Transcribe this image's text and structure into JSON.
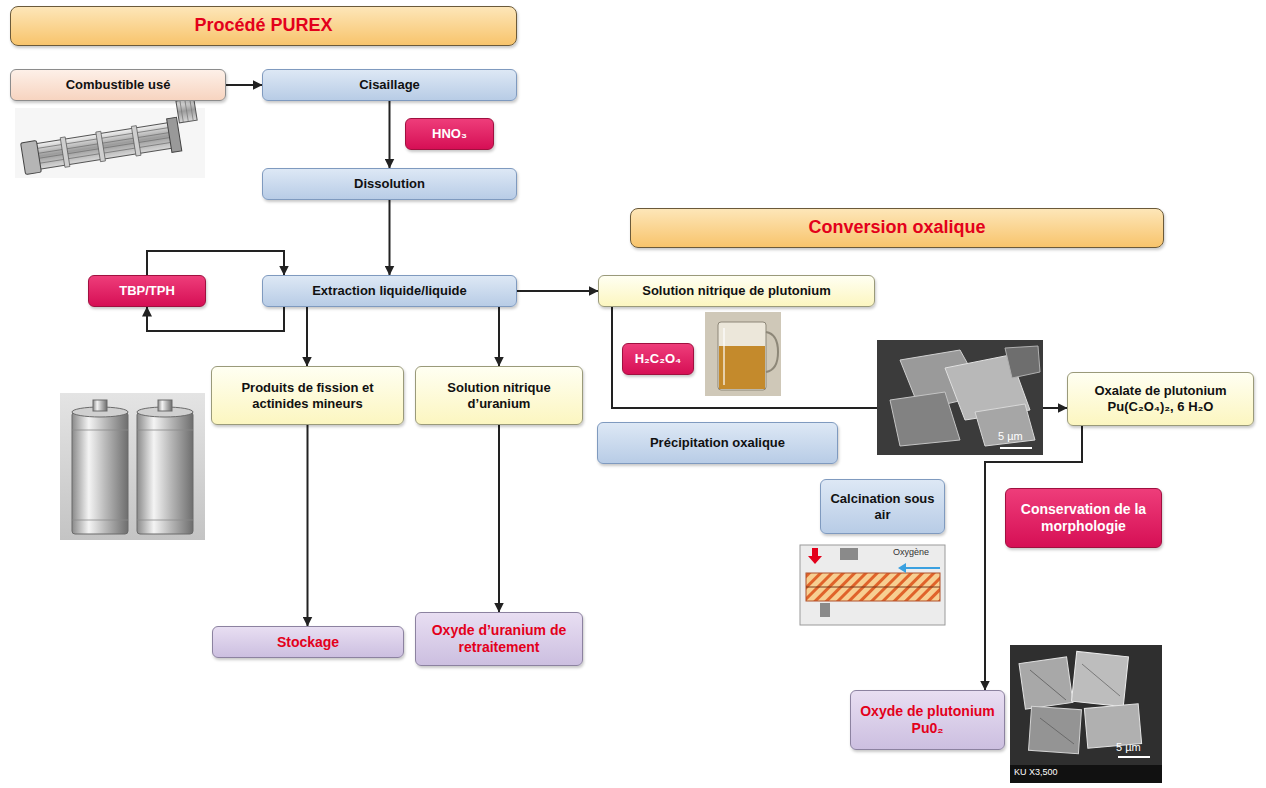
{
  "diagram": {
    "nodes": [
      {
        "text": [
          "Procédé PUREX"
        ]
      },
      {
        "text": [
          "Combustible usé"
        ]
      },
      {
        "text": [
          "Cisaillage"
        ]
      },
      {
        "text": [
          "HNO₃"
        ]
      },
      {
        "text": [
          "Dissolution"
        ]
      },
      {
        "text": [
          "Conversion oxalique"
        ]
      },
      {
        "text": [
          "TBP/TPH"
        ]
      },
      {
        "text": [
          "Extraction liquide/liquide"
        ]
      },
      {
        "text": [
          "Solution nitrique de plutonium"
        ]
      },
      {
        "text": [
          "H₂C₂O₄"
        ]
      },
      {
        "text": [
          "Produits de fission et actinides mineurs"
        ]
      },
      {
        "text": [
          "Solution nitrique d’uranium"
        ]
      },
      {
        "text": [
          "Oxalate de plutonium Pu(C₂O₄)₂, 6 H₂O"
        ]
      },
      {
        "text": [
          "Précipitation oxalique"
        ]
      },
      {
        "text": [
          "Calcination sous air"
        ]
      },
      {
        "text": [
          "Conservation de la morphologie"
        ]
      },
      {
        "text": [
          "Oxyde d’uranium de retraitement"
        ]
      },
      {
        "text": [
          "Stockage"
        ]
      },
      {
        "text": [
          "Oxyde de plutonium Pu0₂"
        ]
      }
    ],
    "edges": [
      {
        "from": 1,
        "to": 2,
        "arrow": "to"
      },
      {
        "from": 2,
        "to": 4,
        "arrow": "to"
      },
      {
        "from": 4,
        "to": 7,
        "arrow": "to"
      },
      {
        "from": 7,
        "to": 6,
        "arrow": "to"
      },
      {
        "from": 6,
        "to": 7,
        "arrow": "to"
      },
      {
        "from": 7,
        "to": 8,
        "arrow": "to"
      },
      {
        "from": 7,
        "to": 10,
        "arrow": "to"
      },
      {
        "from": 7,
        "to": 11,
        "arrow": "to"
      },
      {
        "from": 10,
        "to": 17,
        "arrow": "to"
      },
      {
        "from": 11,
        "to": 16,
        "arrow": "to"
      },
      {
        "from": 8,
        "to": 12,
        "arrow": "to"
      },
      {
        "from": 12,
        "to": 18,
        "arrow": "to"
      }
    ],
    "labels": [
      "5 µm",
      "Oxygène",
      "5 µm",
      "KU X3,500"
    ]
  }
}
